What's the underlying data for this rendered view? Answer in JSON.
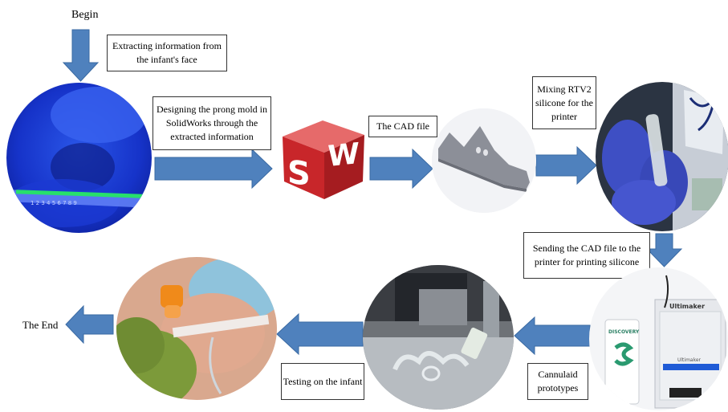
{
  "labels": {
    "begin": "Begin",
    "end": "The End"
  },
  "boxes": {
    "extract": "Extracting information from the infant's face",
    "design": "Designing the prong mold in SolidWorks through the extracted information",
    "cad": "The CAD file",
    "mixing": "Mixing RTV2 silicone for the printer",
    "sending": "Sending the CAD file to the printer for printing silicone",
    "cannulaid": "Cannulaid prototypes",
    "testing": "Testing on the infant"
  },
  "logo": {
    "letter_s": "S",
    "letter_w": "W"
  },
  "printer": {
    "brand": "Ultimaker",
    "panel_brand": "Ultimaker",
    "material_box": "DISCOVERY"
  },
  "ruler": {
    "marks": "1 2 3 4 5 6 7 8 9"
  },
  "colors": {
    "arrow": "#4f81bd",
    "arrow_edge": "#3a6aa3",
    "box_border": "#333333"
  }
}
